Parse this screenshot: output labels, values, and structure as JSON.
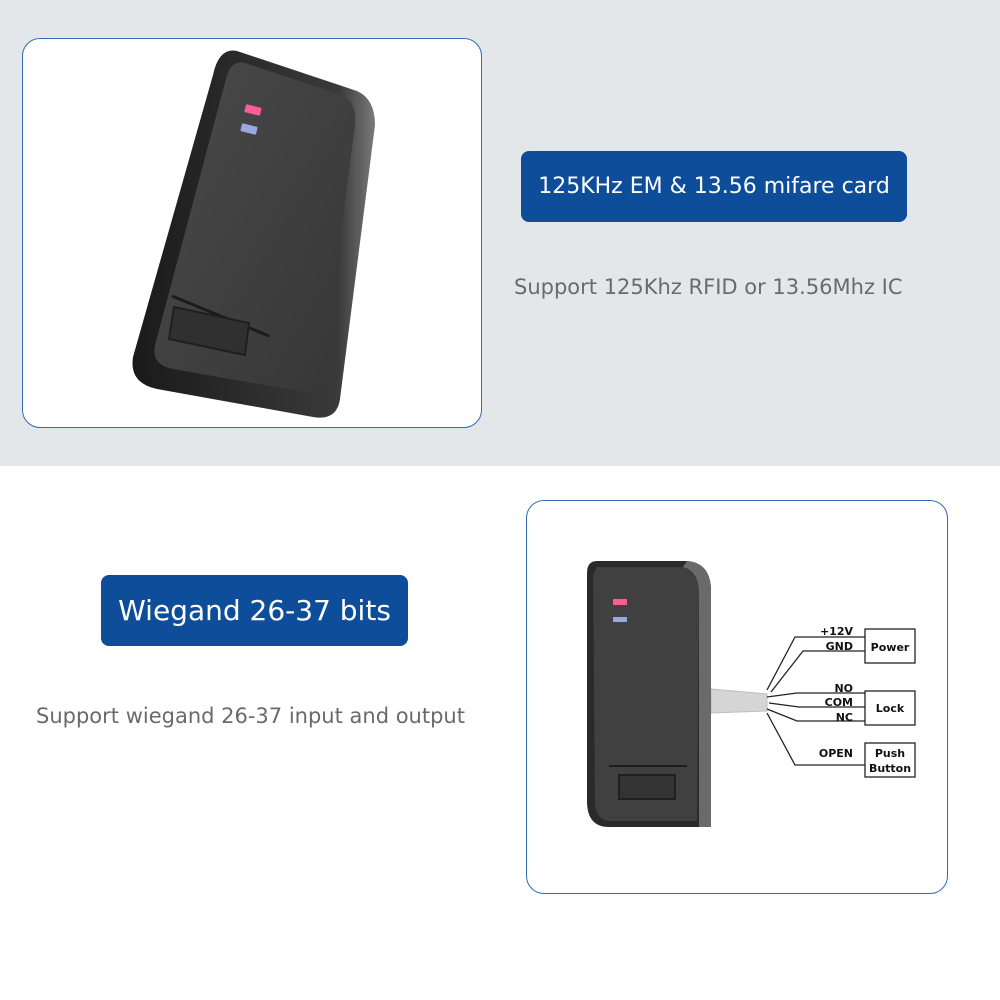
{
  "top_section": {
    "heading": "125KHz EM & 13.56 mifare card",
    "description": "Support 125Khz RFID or 13.56Mhz IC"
  },
  "bottom_section": {
    "heading": "Wiegand 26-37 bits",
    "description": "Support wiegand 26-37 input and output"
  },
  "wiring": {
    "power_wires": [
      "+12V",
      "GND"
    ],
    "power_box": "Power",
    "lock_wires": [
      "NO",
      "COM",
      "NC"
    ],
    "lock_box": "Lock",
    "button_wire": "OPEN",
    "button_box_line1": "Push",
    "button_box_line2": "Button"
  },
  "colors": {
    "accent": "#0d4d9a",
    "frame_border": "#2f6bb1",
    "band": "#e4e7ea",
    "led_top": "#ff5b9a",
    "led_bottom": "#9aa8e0"
  }
}
